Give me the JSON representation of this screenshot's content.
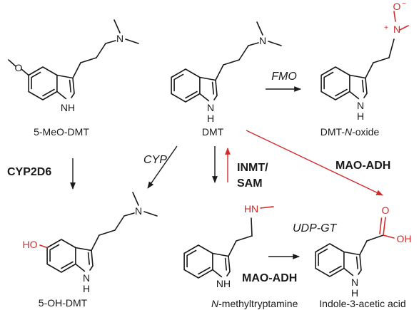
{
  "compounds": {
    "meo_dmt": "5-MeO-DMT",
    "dmt": "DMT",
    "dmt_n_oxide_prefix": "DMT-",
    "dmt_n_oxide_italic": "N",
    "dmt_n_oxide_suffix": "-oxide",
    "oh_dmt": "5-OH-DMT",
    "nmt_italic": "N",
    "nmt_suffix": "-methyltryptamine",
    "iaa": "Indole-3-acetic acid"
  },
  "enzymes": {
    "fmo": "FMO",
    "cyp2d6": "CYP2D6",
    "cyp": "CYP",
    "inmt": "INMT/",
    "sam": "SAM",
    "mao_adh_top": "MAO-ADH",
    "mao_adh_bottom": "MAO-ADH",
    "udp_gt": "UDP-GT"
  },
  "atoms": {
    "nh": "NH",
    "h": "H",
    "n": "N",
    "o": "O",
    "oh": "OH",
    "ho": "HO",
    "hn": "HN",
    "plus": "+",
    "minus": "−"
  },
  "colors": {
    "black": "#1a1a1a",
    "red": "#d42a2a"
  }
}
